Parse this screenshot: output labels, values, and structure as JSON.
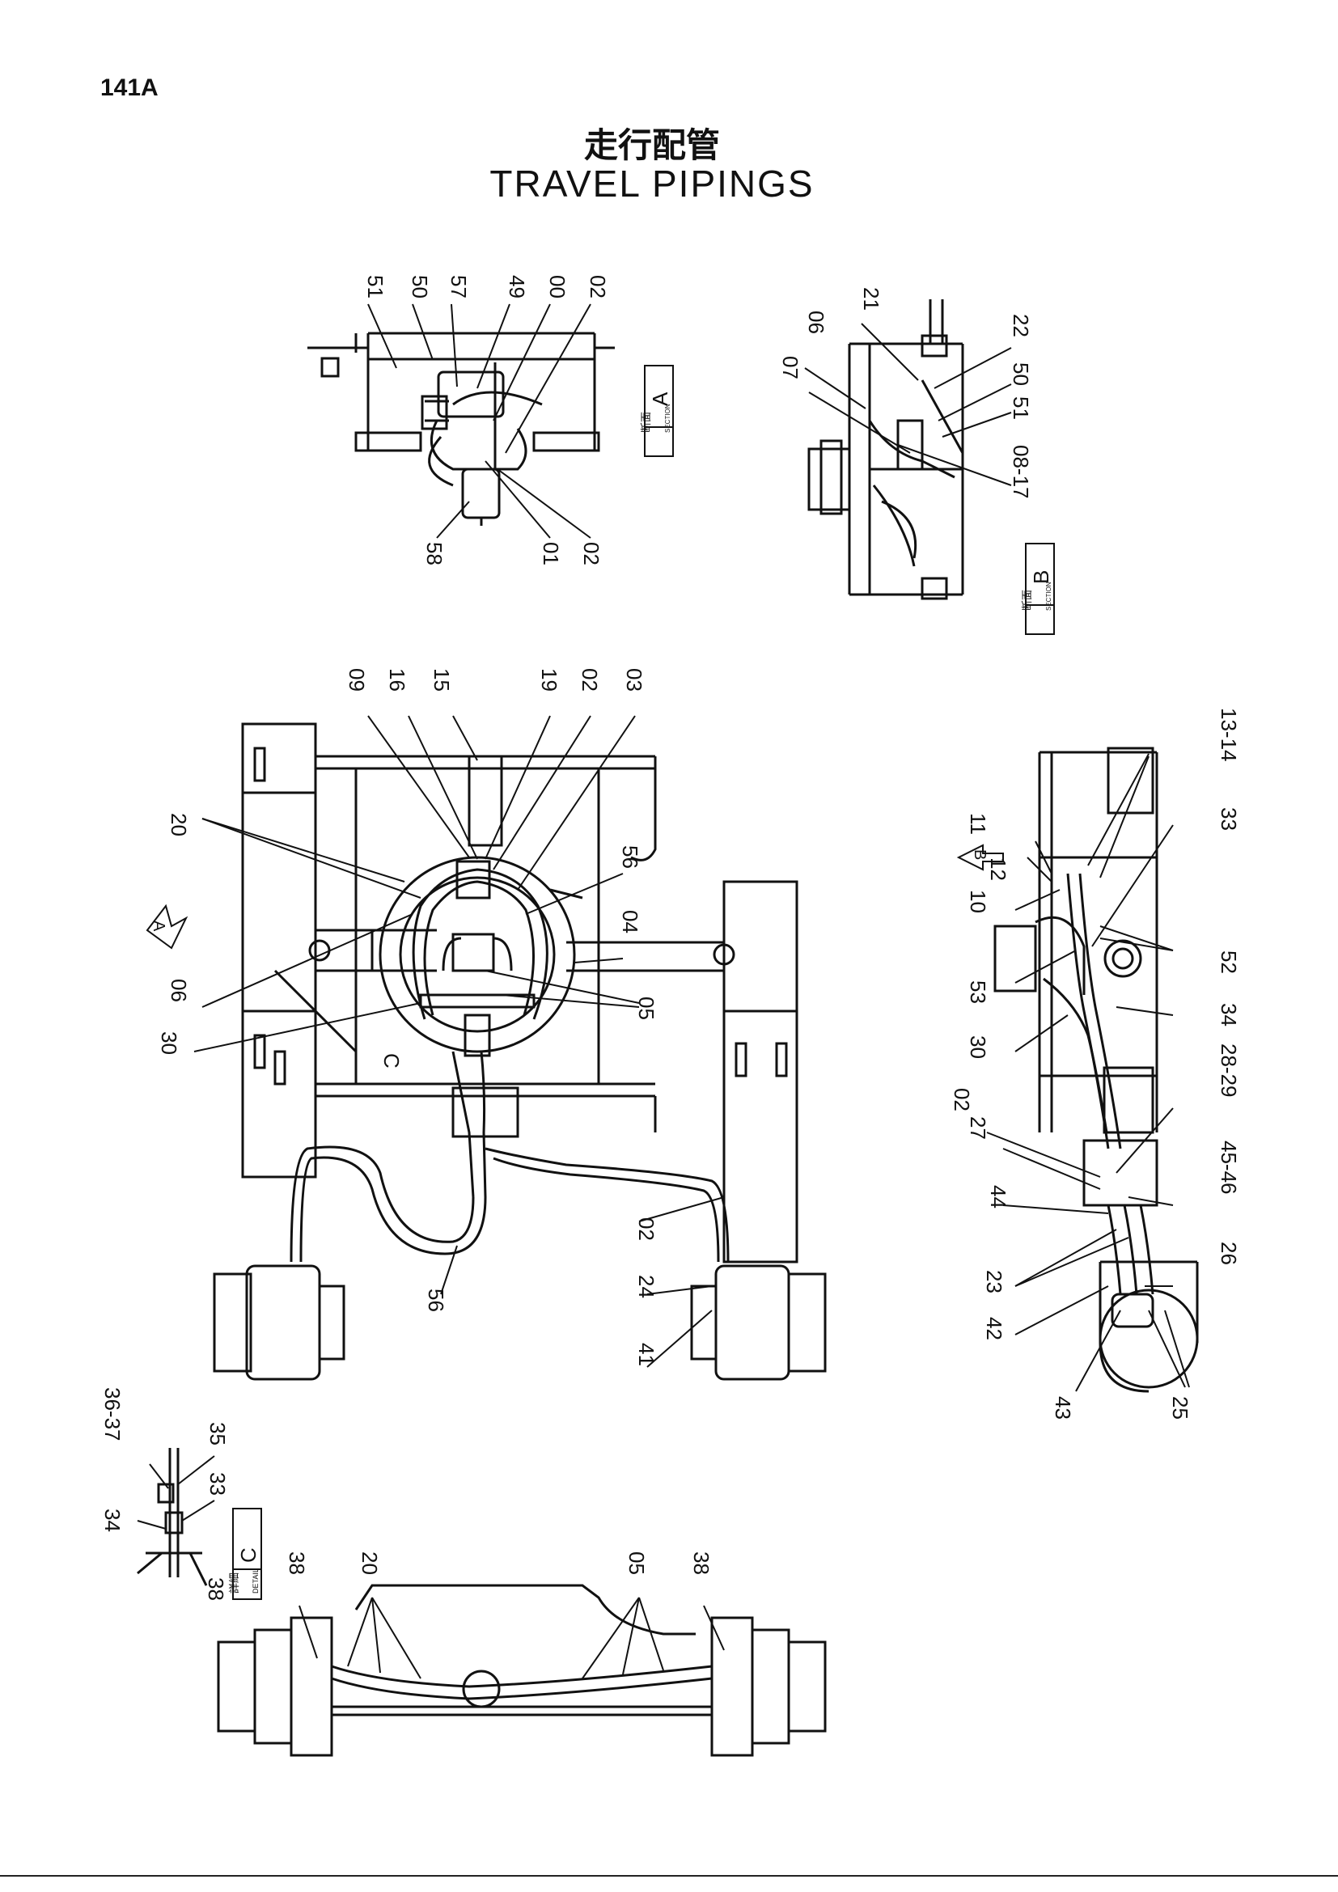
{
  "page": {
    "page_number": "141A",
    "title_jp": "走行配管",
    "title_en": "TRAVEL PIPINGS"
  },
  "sections": {
    "section_a": {
      "tag_jp": "断面",
      "tag_en": "SECTION",
      "tag_letter": "A",
      "callouts": [
        "51",
        "50",
        "57",
        "49",
        "00",
        "02",
        "58",
        "01",
        "02"
      ]
    },
    "section_b": {
      "tag_jp": "断面",
      "tag_en": "SECTION",
      "tag_letter": "B",
      "callouts": [
        "07",
        "06",
        "21",
        "22",
        "50",
        "51",
        "08-17"
      ]
    },
    "main_view": {
      "view_arrow_label": "A",
      "callouts": [
        "09",
        "16",
        "15",
        "19",
        "02",
        "03",
        "20",
        "56",
        "04",
        "06",
        "05",
        "30",
        "C",
        "02",
        "24",
        "41",
        "56"
      ]
    },
    "side_view": {
      "view_arrow_label": "B",
      "callouts": [
        "13-14",
        "11",
        "12",
        "10",
        "33",
        "52",
        "53",
        "34",
        "30",
        "28-29",
        "02",
        "27",
        "45-46",
        "44",
        "23",
        "26",
        "42",
        "43",
        "25"
      ]
    },
    "detail_c": {
      "tag_jp": "詳細",
      "tag_en": "DETAIL",
      "tag_letter": "C",
      "callouts": [
        "36-37",
        "35",
        "33",
        "34",
        "38"
      ]
    },
    "bottom_view": {
      "callouts": [
        "38",
        "20",
        "05",
        "38"
      ]
    }
  }
}
